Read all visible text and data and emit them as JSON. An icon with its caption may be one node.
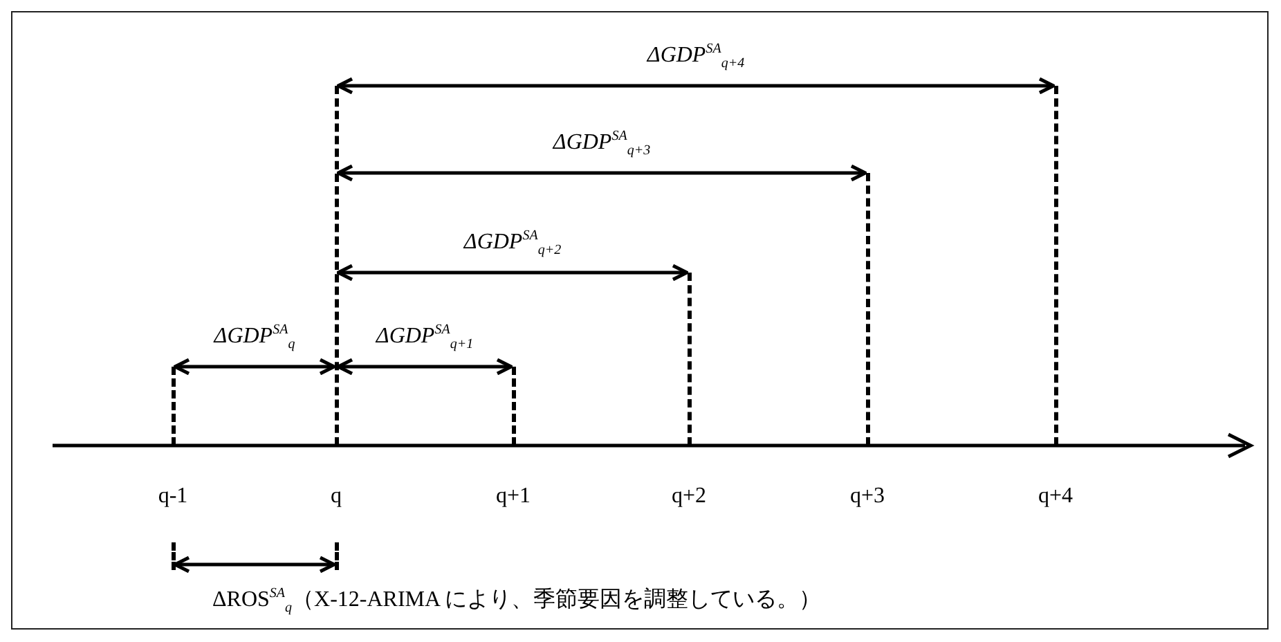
{
  "diagram": {
    "nodes": [
      {
        "text": [],
        "shape": "bar"
      },
      {
        "text": [],
        "shape": "bar"
      },
      {
        "text": [],
        "shape": "bar"
      },
      {
        "text": [],
        "shape": "bar"
      },
      {
        "text": [],
        "shape": "bar"
      },
      {
        "text": [],
        "shape": "bar"
      },
      {
        "text": [],
        "shape": "bar"
      },
      {
        "text": [],
        "shape": "bar"
      }
    ],
    "edges": [
      {
        "from": 0,
        "to": 1,
        "arrow": "both",
        "label": "ΔGDP$^{SA}$$_{q}$"
      },
      {
        "from": 1,
        "to": 2,
        "arrow": "both",
        "label": "ΔGDP$^{SA}$$_{q+1}$"
      },
      {
        "from": 1,
        "to": 3,
        "arrow": "both",
        "label": "ΔGDP$^{SA}$$_{q+2}$"
      },
      {
        "from": 1,
        "to": 4,
        "arrow": "both",
        "label": "ΔGDP$^{SA}$$_{q+3}$"
      },
      {
        "from": 1,
        "to": 5,
        "arrow": "both",
        "label": "ΔGDP$^{SA}$$_{q+4}$"
      },
      {
        "from": 6,
        "to": 7,
        "arrow": "both",
        "label": "ΔROS$^{SA}$$_{q}$（X-12-ARIMA により、季節要因を調整している。）"
      }
    ],
    "labels": [
      "q-1",
      "q",
      "q+1",
      "q+2",
      "q+3",
      "q+4"
    ]
  }
}
